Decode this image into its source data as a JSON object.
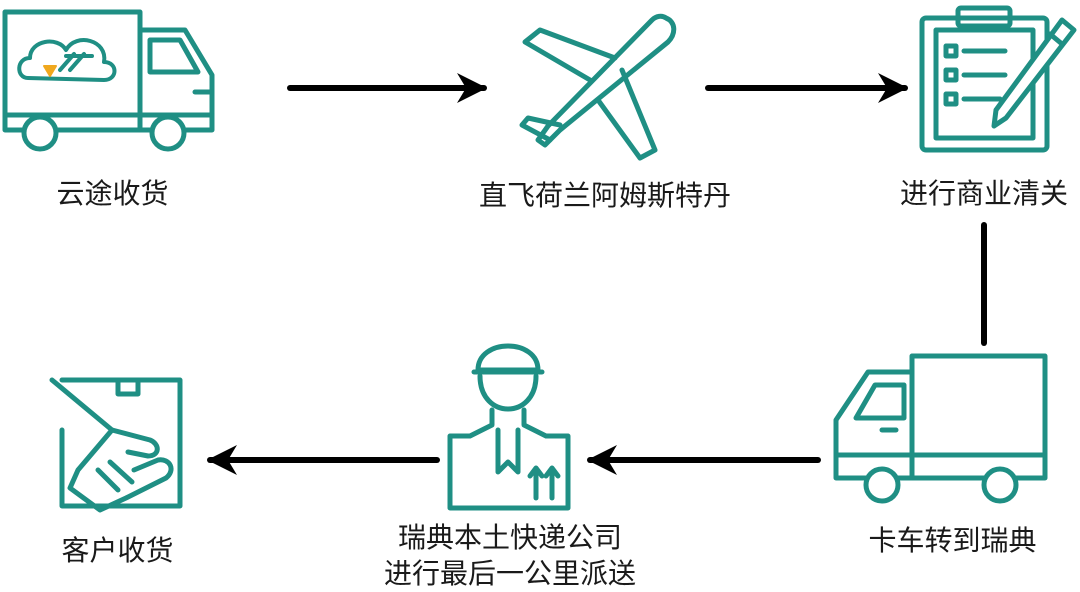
{
  "colors": {
    "icon_stroke": "#1f8f84",
    "arrow": "#000000",
    "logo_accent": "#f0a81e",
    "text": "#1a1a1a"
  },
  "steps": [
    {
      "icon": "delivery-truck-icon",
      "label": "云途收货"
    },
    {
      "icon": "airplane-icon",
      "label": "直飞荷兰阿姆斯特丹"
    },
    {
      "icon": "clipboard-checklist-icon",
      "label": "进行商业清关"
    },
    {
      "icon": "truck-icon",
      "label": "卡车转到瑞典"
    },
    {
      "icon": "courier-with-box-icon",
      "label_line1": "瑞典本土快递公司",
      "label_line2": "进行最后一公里派送"
    },
    {
      "icon": "hand-receiving-package-icon",
      "label": "客户收货"
    }
  ],
  "arrows": [
    "right",
    "right",
    "down",
    "left",
    "left"
  ]
}
